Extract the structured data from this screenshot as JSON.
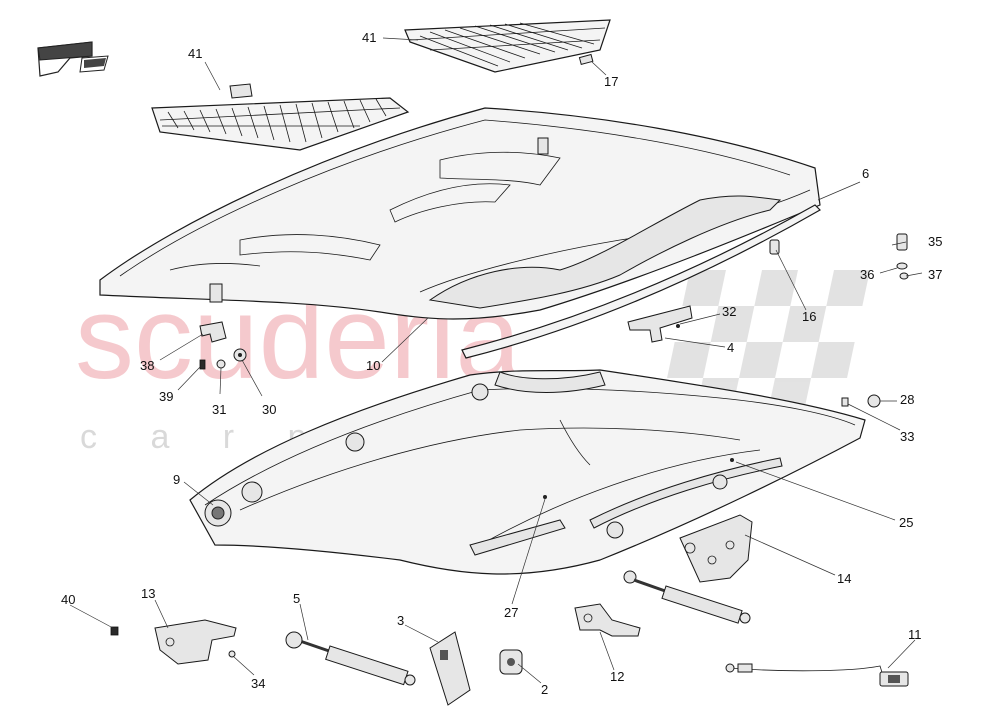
{
  "watermark": {
    "brand": "scuderia",
    "tagline": "c a r   p a r t s"
  },
  "colors": {
    "watermark": "#f2b8bd",
    "line": "#1a1a1a",
    "fill": "#f4f4f4"
  },
  "callouts": {
    "c41a": "41",
    "c41b": "41",
    "c17": "17",
    "c6": "6",
    "c35": "35",
    "c36": "36",
    "c37": "37",
    "c16": "16",
    "c32": "32",
    "c4": "4",
    "c38": "38",
    "c10": "10",
    "c39": "39",
    "c31": "31",
    "c30": "30",
    "c28": "28",
    "c33": "33",
    "c9": "9",
    "c25": "25",
    "c14": "14",
    "c27": "27",
    "c40": "40",
    "c13": "13",
    "c5": "5",
    "c3": "3",
    "c11": "11",
    "c12": "12",
    "c2": "2",
    "c34": "34"
  }
}
